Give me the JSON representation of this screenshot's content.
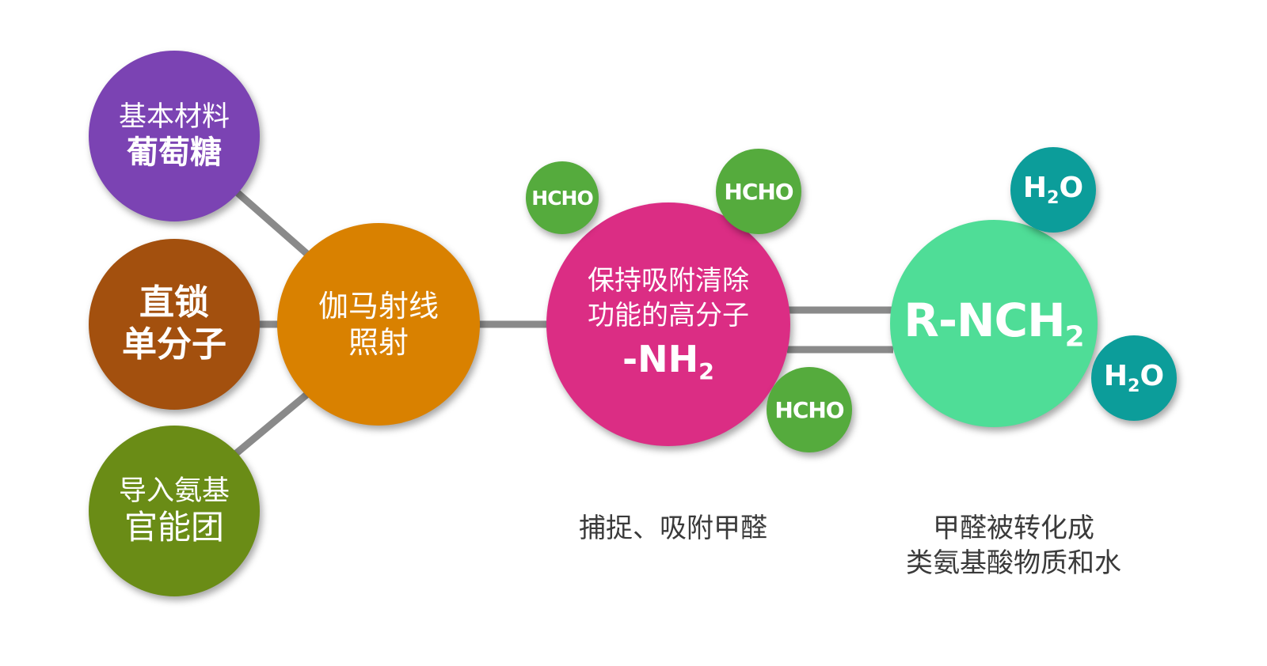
{
  "nodes": {
    "base_material": {
      "line1": "基本材料",
      "line2": "葡萄糖",
      "color": "#7b43b3"
    },
    "straight_chain": {
      "line1": "直锁",
      "line2": "单分子",
      "color": "#a3500e"
    },
    "amino_group": {
      "line1": "导入氨基",
      "line2": "官能团",
      "color": "#6a8c16"
    },
    "gamma_irradiation": {
      "line1": "伽马射线",
      "line2": "照射",
      "color": "#d98100"
    },
    "polymer": {
      "line1": "保持吸附清除",
      "line2": "功能的高分子",
      "formula_main": "-NH",
      "formula_sub": "2",
      "color": "#db2d84"
    },
    "product": {
      "formula_main": "R-NCH",
      "formula_sub": "2",
      "color": "#4fdd97"
    },
    "formaldehyde": {
      "label": "HCHO",
      "color": "#55ab3d"
    },
    "water": {
      "main": "H",
      "sub": "2",
      "tail": "O",
      "color": "#0c9d9a"
    }
  },
  "captions": {
    "capture": "捕捉、吸附甲醛",
    "convert_line1": "甲醛被转化成",
    "convert_line2": "类氨基酸物质和水"
  },
  "connector_color": "#8a8a8a"
}
